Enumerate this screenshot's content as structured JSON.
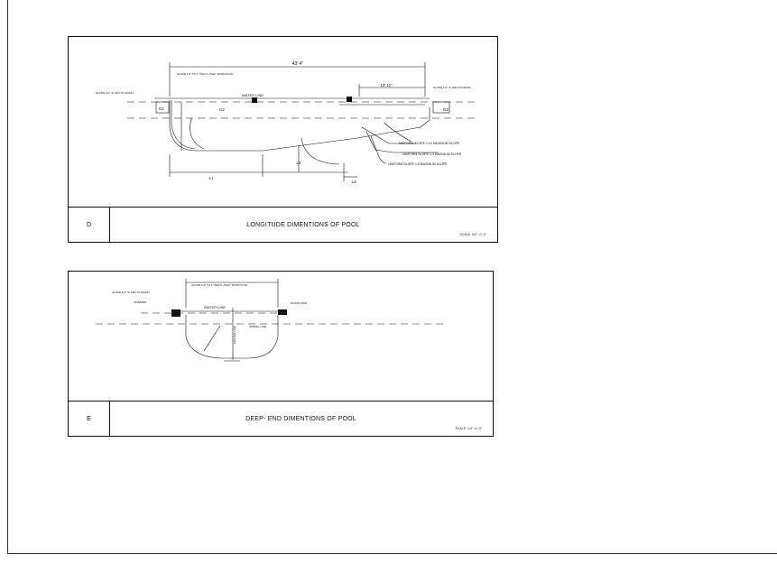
{
  "sheet_d": {
    "id": "D",
    "title": "LONGITUDE DIMENTIONS OF POOL",
    "scale": "SCALE: 3/4\" =1'-0\"",
    "labels": {
      "overall_length": "43' 4\"",
      "deep_length": "12' 11\"",
      "slope_away": "SLOPE 1/4\" TO 1\" PER ft. AWAY FROM POOL",
      "slope_drain_left": "SLOPE 1/4\" /ft. MIN TO DRAIN",
      "slope_drain_right": "SLOPE 1/4\" /ft. MIN TO DRAIN",
      "water_line": "WATER LINE",
      "d1": "D1",
      "d2": "D2",
      "d3": "D3",
      "l1": "L1",
      "l2": "L2",
      "l3": "L3",
      "slope_1_10": "UNIFORM SLOPE 1:10 MAXIMUM SLOPE",
      "slope_1_3": "UNIFORM SLOPE 1:3 MAXIMUM SLOPE",
      "slope_1_6": "UNIFORM SLOPE 1:6 MAXIMUM SLOPE"
    }
  },
  "sheet_e": {
    "id": "E",
    "title": "DEEP- END DIMENTIONS OF POOL",
    "scale": "SCALE: 1/4\" =1'-0\"",
    "labels": {
      "slope_away": "SLOPE 1/4\" TO 1\" PER ft. AWAY FROM POOL",
      "slope_drain": "SLOPE 1/4\" /ft. MIN TO DRAIN",
      "skimmer": "SKIMMER",
      "water_line": "WATER LINE",
      "center_line": "CENTER LINE",
      "waste_pipe": "WASTE PIPE",
      "spring_line": "SPRING LINE"
    }
  }
}
